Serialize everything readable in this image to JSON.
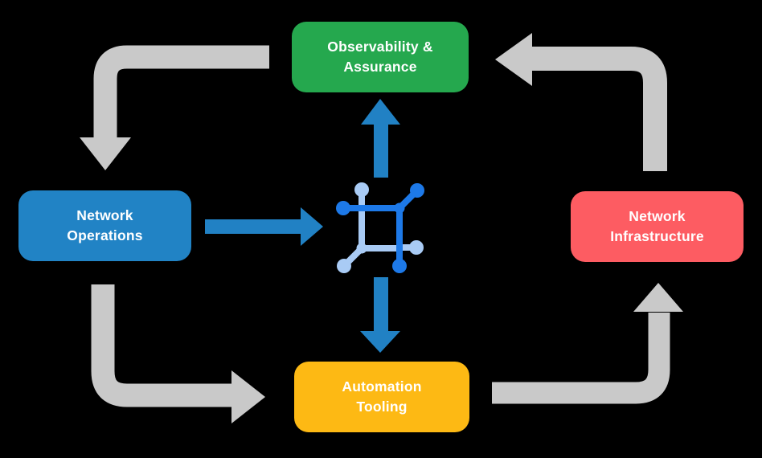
{
  "diagram": {
    "title": "Network operations lifecycle diagram",
    "background": "#000000",
    "colors": {
      "cycle_arrow": "#c9c9c9",
      "flow_arrow": "#2181c4",
      "icon_dark": "#1d79e8",
      "icon_light": "#a9cbf5",
      "label_text": "#ffffff",
      "green": "#25a84e",
      "blue": "#2183c5",
      "red": "#fd5c62",
      "yellow": "#fdb914"
    },
    "nodes": [
      {
        "id": "observability-assurance",
        "label": "Observability &\nAssurance",
        "color": "#25a84e"
      },
      {
        "id": "network-operations",
        "label": "Network\nOperations",
        "color": "#2183c5"
      },
      {
        "id": "network-infrastructure",
        "label": "Network\nInfrastructure",
        "color": "#fd5c62"
      },
      {
        "id": "automation-tooling",
        "label": "Automation\nTooling",
        "color": "#fdb914"
      }
    ],
    "hub": {
      "icon": "network-hub-icon"
    },
    "edges": [
      {
        "from": "observability-assurance",
        "to": "network-operations",
        "style": "cycle"
      },
      {
        "from": "network-operations",
        "to": "automation-tooling",
        "style": "cycle"
      },
      {
        "from": "automation-tooling",
        "to": "network-infrastructure",
        "style": "cycle"
      },
      {
        "from": "network-infrastructure",
        "to": "observability-assurance",
        "style": "cycle"
      },
      {
        "from": "network-operations",
        "to": "network-hub-icon",
        "style": "flow"
      },
      {
        "from": "network-hub-icon",
        "to": "observability-assurance",
        "style": "flow"
      },
      {
        "from": "network-hub-icon",
        "to": "automation-tooling",
        "style": "flow"
      }
    ]
  }
}
